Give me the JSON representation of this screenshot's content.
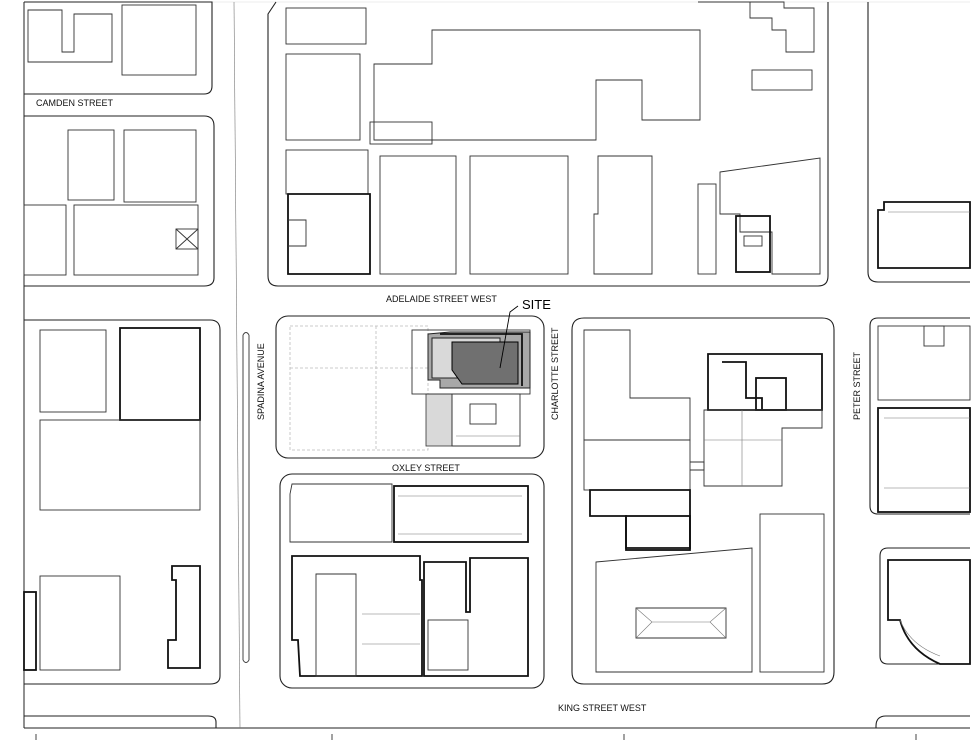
{
  "streets": {
    "camden": "CAMDEN STREET",
    "adelaide": "ADELAIDE STREET WEST",
    "spadina": "SPADINA AVENUE",
    "charlotte": "CHARLOTTE STREET",
    "peter": "PETER STREET",
    "oxley": "OXLEY STREET",
    "king": "KING STREET WEST"
  },
  "site_label": "SITE",
  "colors": {
    "site_dark": "#707070",
    "site_mid": "#a8a8a8",
    "site_light": "#d9d9d9",
    "linework": "#222222"
  }
}
